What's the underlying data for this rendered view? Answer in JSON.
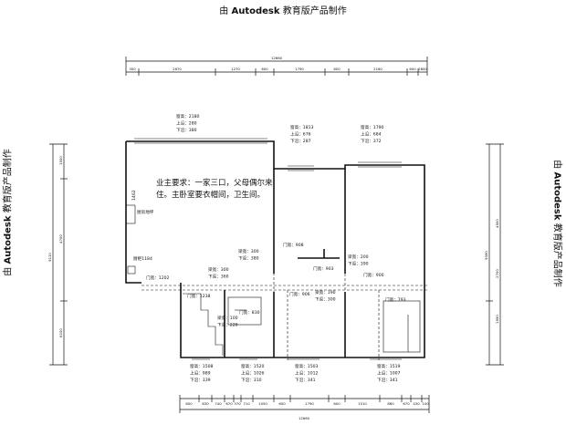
{
  "watermark": {
    "prefix": "由 ",
    "brand": "Autodesk",
    "suffix": " 教育版产品制作"
  },
  "note": "业主要求：一家三口，父母偶尔来住。主卧室要衣帽间，卫生间。",
  "dimensions": {
    "top_total": "12660",
    "top_segments": [
      "300",
      "2670",
      "1270",
      "600",
      "1790",
      "800",
      "2160",
      "600",
      "2800"
    ],
    "bottom_total": "12660",
    "bottom_segments": [
      "600",
      "830",
      "740",
      "670",
      "370",
      "710",
      "1050",
      "600",
      "1790",
      "600",
      "1510",
      "860",
      "670",
      "430",
      "100"
    ],
    "left_segments": [
      "1500",
      "4700",
      "6100"
    ],
    "left_total": "9110",
    "right_segments": [
      "4900",
      "2700",
      "1990"
    ],
    "right_total": "9390"
  },
  "window_labels": [
    {
      "lines": [
        "窗高：2180",
        "上沿：280",
        "下沿：380"
      ]
    },
    {
      "lines": [
        "窗高：1813",
        "上沿：676",
        "下沿：287"
      ]
    },
    {
      "lines": [
        "窗高：1790",
        "上沿：684",
        "下沿：372"
      ]
    },
    {
      "lines": [
        "窗高：1508",
        "上沿：989",
        "下沿：339"
      ]
    },
    {
      "lines": [
        "窗高：1520",
        "上沿：1026",
        "下沿：310"
      ]
    },
    {
      "lines": [
        "窗高：1503",
        "上沿：1012",
        "下沿：341"
      ]
    },
    {
      "lines": [
        "窗高：1519",
        "上沿：1007",
        "下沿：341"
      ]
    }
  ],
  "beam_labels": [
    {
      "lines": [
        "梁宽：300",
        "下返：380"
      ]
    },
    {
      "lines": [
        "梁宽：300",
        "下返：360"
      ]
    },
    {
      "lines": [
        "梁宽：190",
        "下返：300"
      ]
    },
    {
      "lines": [
        "梁宽：200",
        "下返：390"
      ]
    },
    {
      "lines": [
        "梁宽：100",
        "下返：220"
      ]
    }
  ],
  "door_labels": [
    "门宽：908",
    "门宽：903",
    "门宽：1202",
    "门宽：1238",
    "门宽：830",
    "门宽：906",
    "门宽：900",
    "门宽：793"
  ],
  "misc_labels": [
    "厨房地坪",
    "厨柜1184",
    "1462"
  ]
}
